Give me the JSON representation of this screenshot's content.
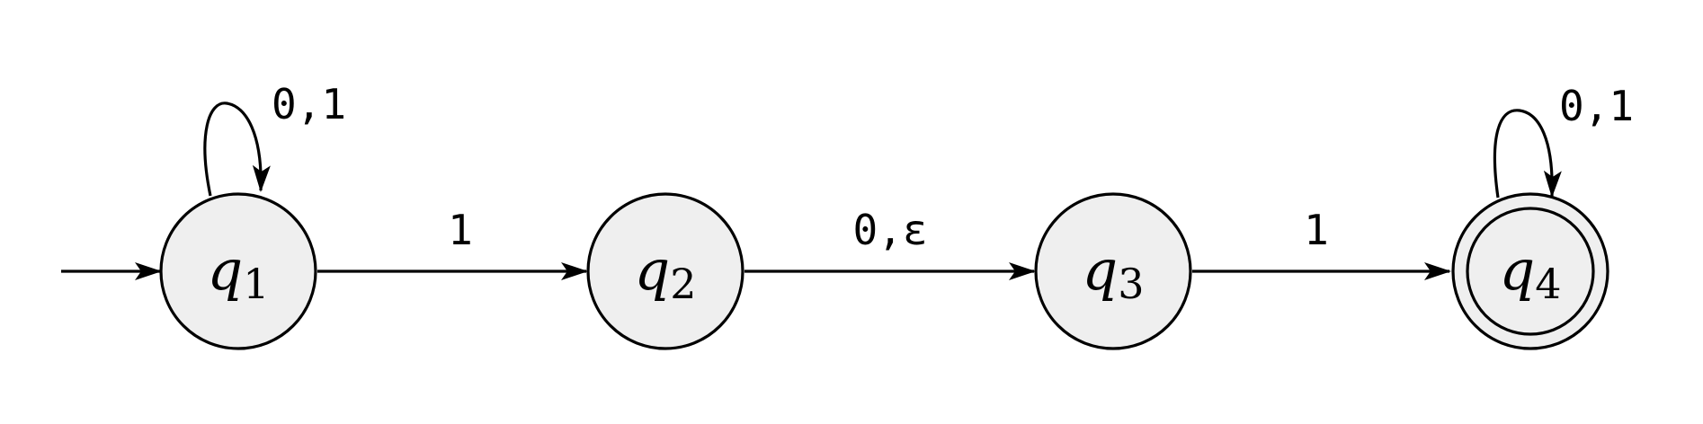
{
  "diagram": {
    "type": "state-diagram",
    "states": [
      {
        "id": "q1",
        "name": "q",
        "sub": "1",
        "accepting": false,
        "start": true
      },
      {
        "id": "q2",
        "name": "q",
        "sub": "2",
        "accepting": false,
        "start": false
      },
      {
        "id": "q3",
        "name": "q",
        "sub": "3",
        "accepting": false,
        "start": false
      },
      {
        "id": "q4",
        "name": "q",
        "sub": "4",
        "accepting": true,
        "start": false
      }
    ],
    "transitions": [
      {
        "from": "q1",
        "to": "q1",
        "label": "0,1"
      },
      {
        "from": "q1",
        "to": "q2",
        "label": "1"
      },
      {
        "from": "q2",
        "to": "q3",
        "label": "0,ε"
      },
      {
        "from": "q3",
        "to": "q4",
        "label": "1"
      },
      {
        "from": "q4",
        "to": "q4",
        "label": "0,1"
      }
    ]
  }
}
